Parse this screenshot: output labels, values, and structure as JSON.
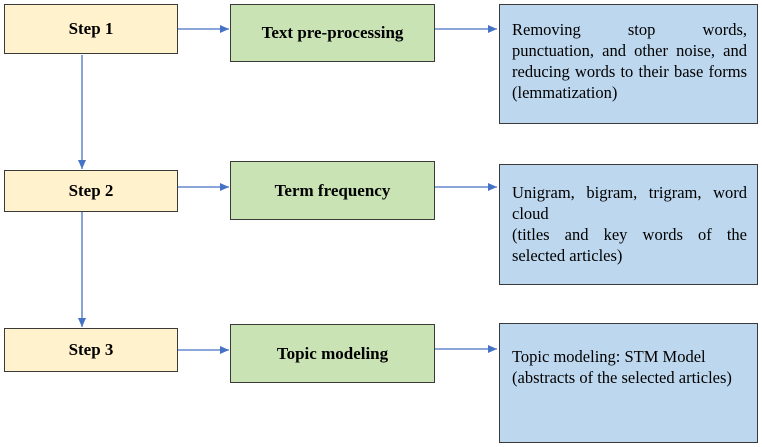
{
  "rows": [
    {
      "step": "Step 1",
      "process": "Text pre-processing",
      "description": [
        "Removing stop words, punctuation, and other noise, and reducing words to their base forms (lemmatization)"
      ]
    },
    {
      "step": "Step 2",
      "process": "Term frequency",
      "description": [
        "Unigram, bigram, trigram, word cloud",
        "(titles and key words of the selected articles)"
      ]
    },
    {
      "step": "Step 3",
      "process": "Topic modeling",
      "description": [
        "Topic modeling: STM Model",
        "(abstracts of the selected articles)"
      ]
    }
  ],
  "colors": {
    "step_fill": "#fff2cc",
    "process_fill": "#c9e3b5",
    "description_fill": "#bdd7ee",
    "arrow": "#4472c4"
  }
}
